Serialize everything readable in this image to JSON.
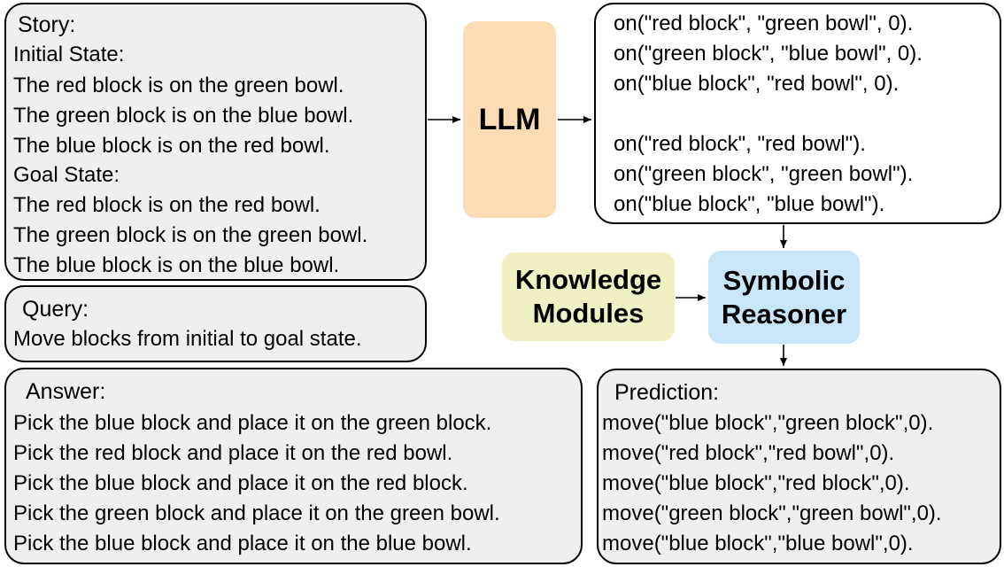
{
  "story": {
    "title": "Story:",
    "initial_label": "Initial State:",
    "initial_lines": [
      "The red block is on the green bowl.",
      "The green block is on the blue bowl.",
      "The blue block is on the red bowl."
    ],
    "goal_label": "Goal State:",
    "goal_lines": [
      "The red block is on the red bowl.",
      "The green block is on the green bowl.",
      "The blue block is on the blue bowl."
    ]
  },
  "query": {
    "title": "Query:",
    "text": "Move blocks from initial to goal state."
  },
  "answer": {
    "title": "Answer:",
    "lines": [
      "Pick the blue block and place it on the green block.",
      "Pick the red block and place it on the red bowl.",
      "Pick the blue block and place it on the red block.",
      "Pick the green block and place it on the green bowl.",
      "Pick the blue block and place it on the blue bowl."
    ]
  },
  "llm": {
    "label": "LLM",
    "color": "#fcdcb4"
  },
  "knowledge": {
    "line1": "Knowledge",
    "line2": "Modules",
    "color": "#f1f0c3"
  },
  "reasoner": {
    "line1": "Symbolic",
    "line2": "Reasoner",
    "color": "#c8e6f7"
  },
  "logic_program": {
    "facts": [
      "on(\"red block\", \"green bowl\", 0).",
      "on(\"green block\", \"blue bowl\", 0).",
      "on(\"blue block\", \"red bowl\", 0)."
    ],
    "goals": [
      "on(\"red block\", \"red bowl\").",
      "on(\"green block\", \"green bowl\").",
      "on(\"blue block\", \"blue bowl\")."
    ]
  },
  "prediction": {
    "title": "Prediction:",
    "lines": [
      "move(\"blue block\",\"green block\",0).",
      "move(\"red block\",\"red bowl\",0).",
      "move(\"blue block\",\"red block\",0).",
      "move(\"green block\",\"green bowl\",0).",
      "move(\"blue block\",\"blue bowl\",0)."
    ]
  }
}
